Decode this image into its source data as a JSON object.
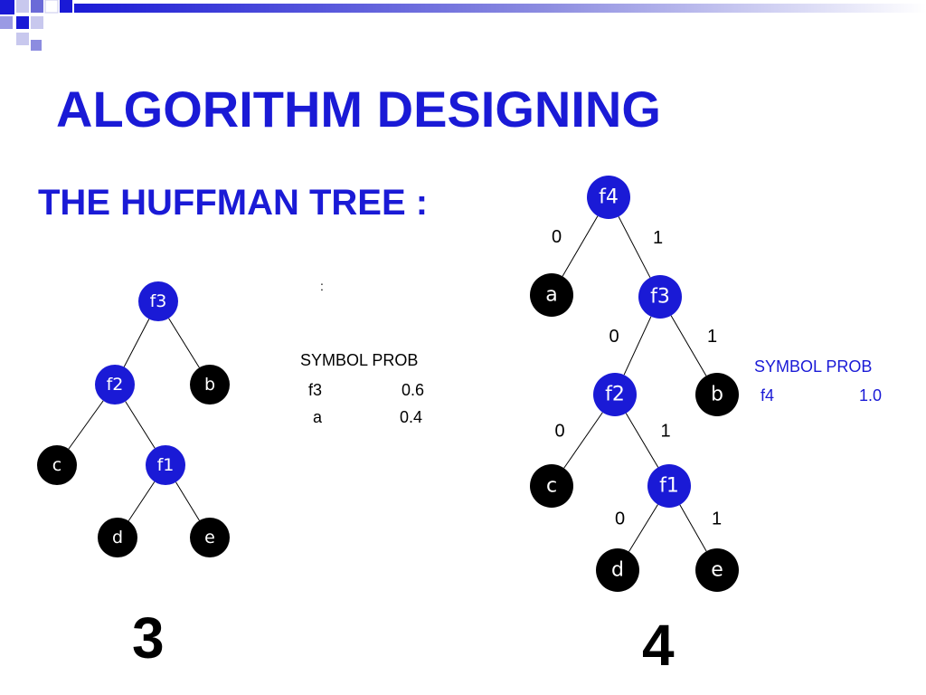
{
  "title": "ALGORITHM DESIGNING",
  "subtitle": "THE HUFFMAN TREE :",
  "colon": ":",
  "colors": {
    "heading": "#1a1ad6",
    "internal_node": "#1a1ad6",
    "leaf_node": "#000000",
    "edge": "#000000",
    "decoration": "#1a1ad6"
  },
  "table_left": {
    "header": "SYMBOL PROB",
    "rows": [
      {
        "symbol": "f3",
        "prob": "0.6"
      },
      {
        "symbol": "a",
        "prob": "0.4"
      }
    ]
  },
  "table_right": {
    "header": "SYMBOL PROB",
    "rows": [
      {
        "symbol": "f4",
        "prob": "1.0"
      }
    ]
  },
  "step_left": "3",
  "step_right": "4",
  "tree_left": {
    "nodes": [
      {
        "id": "f3",
        "label": "f3",
        "kind": "internal"
      },
      {
        "id": "f2",
        "label": "f2",
        "kind": "internal"
      },
      {
        "id": "b",
        "label": "b",
        "kind": "leaf"
      },
      {
        "id": "c",
        "label": "c",
        "kind": "leaf"
      },
      {
        "id": "f1",
        "label": "f1",
        "kind": "internal"
      },
      {
        "id": "d",
        "label": "d",
        "kind": "leaf"
      },
      {
        "id": "e",
        "label": "e",
        "kind": "leaf"
      }
    ],
    "edges": [
      {
        "from": "f3",
        "to": "f2"
      },
      {
        "from": "f3",
        "to": "b"
      },
      {
        "from": "f2",
        "to": "c"
      },
      {
        "from": "f2",
        "to": "f1"
      },
      {
        "from": "f1",
        "to": "d"
      },
      {
        "from": "f1",
        "to": "e"
      }
    ]
  },
  "tree_right": {
    "nodes": [
      {
        "id": "f4",
        "label": "f4",
        "kind": "internal"
      },
      {
        "id": "a",
        "label": "a",
        "kind": "leaf"
      },
      {
        "id": "f3",
        "label": "f3",
        "kind": "internal"
      },
      {
        "id": "f2",
        "label": "f2",
        "kind": "internal"
      },
      {
        "id": "b",
        "label": "b",
        "kind": "leaf"
      },
      {
        "id": "c",
        "label": "c",
        "kind": "leaf"
      },
      {
        "id": "f1",
        "label": "f1",
        "kind": "internal"
      },
      {
        "id": "d",
        "label": "d",
        "kind": "leaf"
      },
      {
        "id": "e",
        "label": "e",
        "kind": "leaf"
      }
    ],
    "edges": [
      {
        "from": "f4",
        "to": "a",
        "label": "0"
      },
      {
        "from": "f4",
        "to": "f3",
        "label": "1"
      },
      {
        "from": "f3",
        "to": "f2",
        "label": "0"
      },
      {
        "from": "f3",
        "to": "b",
        "label": "1"
      },
      {
        "from": "f2",
        "to": "c",
        "label": "0"
      },
      {
        "from": "f2",
        "to": "f1",
        "label": "1"
      },
      {
        "from": "f1",
        "to": "d",
        "label": "0"
      },
      {
        "from": "f1",
        "to": "e",
        "label": "1"
      }
    ]
  }
}
